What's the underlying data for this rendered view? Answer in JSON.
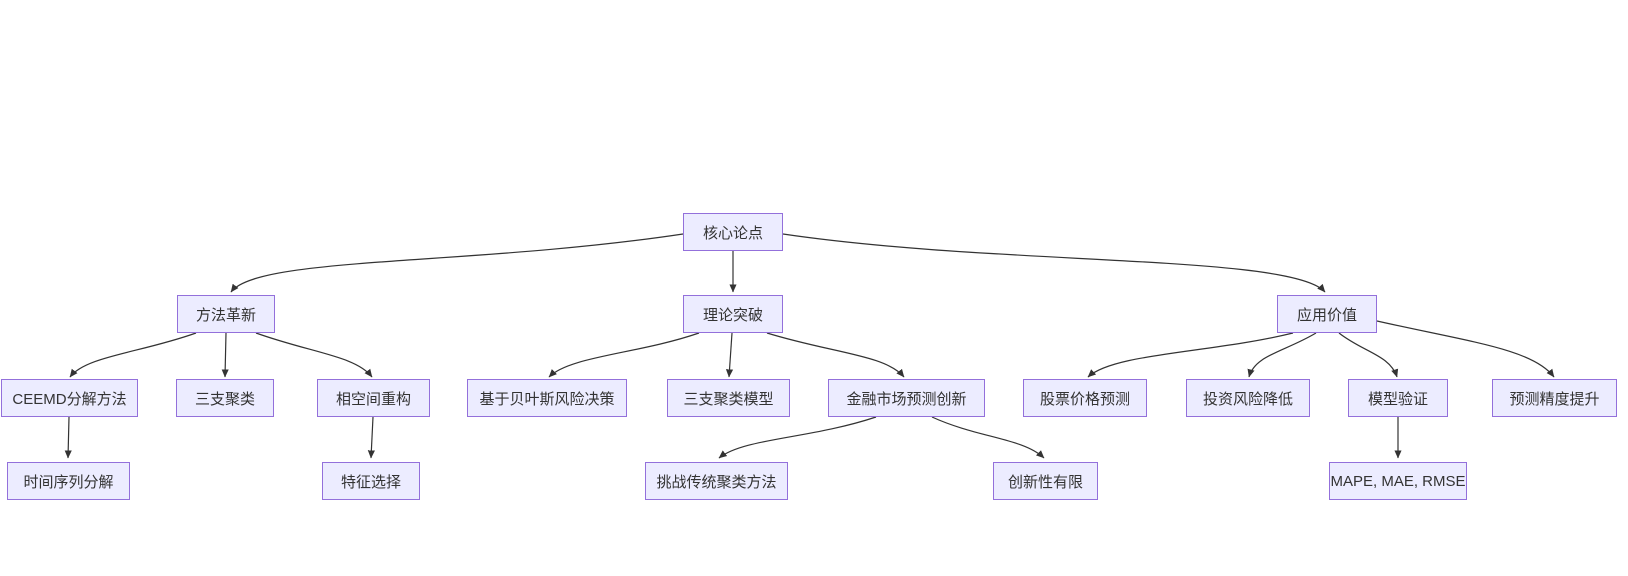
{
  "diagram": {
    "type": "flowchart",
    "direction": "top-down",
    "colors": {
      "background": "#ffffff",
      "node_fill": "#ECECFF",
      "node_border": "#9370DB",
      "edge": "#333333",
      "text": "#333333"
    },
    "nodes": {
      "core": {
        "label": "核心论点"
      },
      "method": {
        "label": "方法革新"
      },
      "theory": {
        "label": "理论突破"
      },
      "value": {
        "label": "应用价值"
      },
      "ceemd": {
        "label": "CEEMD分解方法"
      },
      "three_way": {
        "label": "三支聚类"
      },
      "phase_space": {
        "label": "相空间重构"
      },
      "time_series": {
        "label": "时间序列分解"
      },
      "feature_select": {
        "label": "特征选择"
      },
      "bayes": {
        "label": "基于贝叶斯风险决策"
      },
      "three_way_model": {
        "label": "三支聚类模型"
      },
      "fin_innov": {
        "label": "金融市场预测创新"
      },
      "challenge": {
        "label": "挑战传统聚类方法"
      },
      "limited": {
        "label": "创新性有限"
      },
      "stock": {
        "label": "股票价格预测"
      },
      "invest_risk": {
        "label": "投资风险降低"
      },
      "model_valid": {
        "label": "模型验证"
      },
      "mape": {
        "label": "MAPE, MAE, RMSE"
      },
      "accuracy": {
        "label": "预测精度提升"
      }
    },
    "edges": [
      {
        "from": "core",
        "to": "method"
      },
      {
        "from": "core",
        "to": "theory"
      },
      {
        "from": "core",
        "to": "value"
      },
      {
        "from": "method",
        "to": "ceemd"
      },
      {
        "from": "method",
        "to": "three_way"
      },
      {
        "from": "method",
        "to": "phase_space"
      },
      {
        "from": "ceemd",
        "to": "time_series"
      },
      {
        "from": "phase_space",
        "to": "feature_select"
      },
      {
        "from": "theory",
        "to": "bayes"
      },
      {
        "from": "theory",
        "to": "three_way_model"
      },
      {
        "from": "theory",
        "to": "fin_innov"
      },
      {
        "from": "fin_innov",
        "to": "challenge"
      },
      {
        "from": "fin_innov",
        "to": "limited"
      },
      {
        "from": "value",
        "to": "stock"
      },
      {
        "from": "value",
        "to": "invest_risk"
      },
      {
        "from": "value",
        "to": "model_valid"
      },
      {
        "from": "value",
        "to": "accuracy"
      },
      {
        "from": "model_valid",
        "to": "mape"
      }
    ]
  }
}
